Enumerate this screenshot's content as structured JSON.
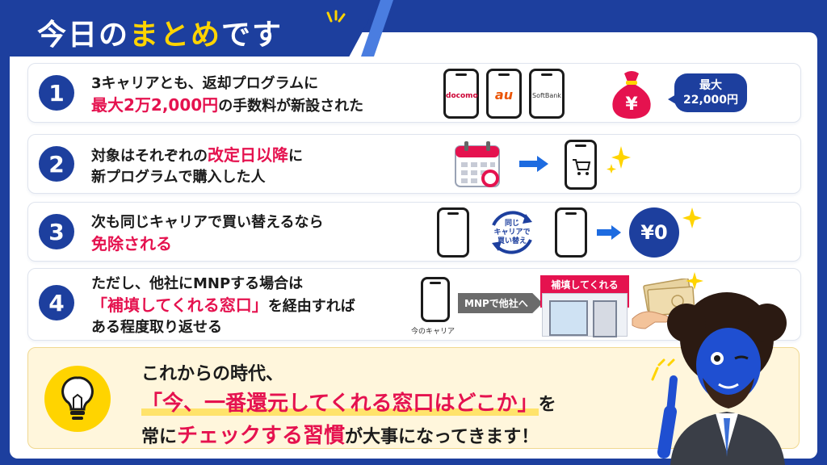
{
  "header": {
    "title_pre": "今日の",
    "title_hl": "まとめ",
    "title_post": "です",
    "accent_color": "#1d3f9e",
    "highlight_color": "#ffd400"
  },
  "items": [
    {
      "number": "1",
      "line1": "3キャリアとも、返却プログラムに",
      "line2_red": "最大2万2,000円",
      "line2_rest": "の手数料が新設された",
      "carriers": [
        "docomo",
        "au",
        "SoftBank"
      ],
      "bag_symbol": "¥",
      "bubble_line1": "最大",
      "bubble_line2": "22,000円"
    },
    {
      "number": "2",
      "line1_pre": "対象はそれぞれの",
      "line1_red": "改定日以降",
      "line1_post": "に",
      "line2": "新プログラムで購入した人"
    },
    {
      "number": "3",
      "line1": "次も同じキャリアで買い替えるなら",
      "line2_red": "免除される",
      "cycle_text_1": "同じ",
      "cycle_text_2": "キャリアで",
      "cycle_text_3": "買い替え",
      "coin_label": "¥0"
    },
    {
      "number": "4",
      "line1": "ただし、他社にMNPする場合は",
      "line2_red": "「補填してくれる窓口」",
      "line2_rest": "を経由すれば",
      "line3": "ある程度取り返せる",
      "phone_caption": "今のキャリア",
      "arrow_label": "MNPで他社へ",
      "shop_sign": "補填してくれる窓口"
    }
  ],
  "bottom": {
    "line1": "これからの時代、",
    "line2": "「今、一番還元してくれる窓口はどこか」",
    "line2_post": "を",
    "line3_pre": "常に",
    "line3_red": "チェックする習慣",
    "line3_post": "が大事になってきます！"
  },
  "colors": {
    "red": "#e5124f",
    "navy": "#1d3f9e",
    "yellow": "#ffd400",
    "bottom_bg": "#fff6dc"
  }
}
